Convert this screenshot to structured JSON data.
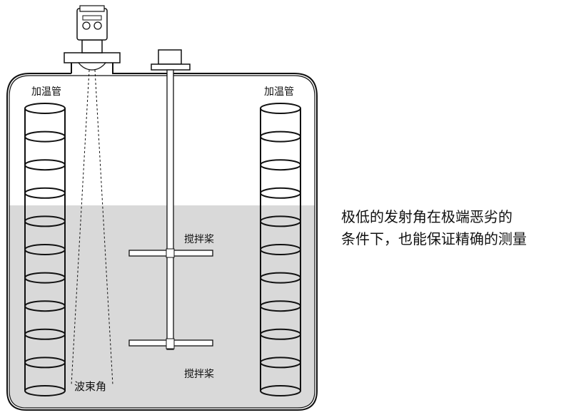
{
  "labels": {
    "heating_pipe_left": "加温管",
    "heating_pipe_right": "加温管",
    "agitator_upper": "搅拌桨",
    "agitator_lower": "搅拌桨",
    "beam_angle": "波束角"
  },
  "caption": {
    "line1": "极低的发射角在极端恶劣的",
    "line2": "条件下，也能保证精确的测量"
  },
  "colors": {
    "liquid": "#d9d9d9",
    "stroke": "#111111",
    "background": "#ffffff"
  }
}
